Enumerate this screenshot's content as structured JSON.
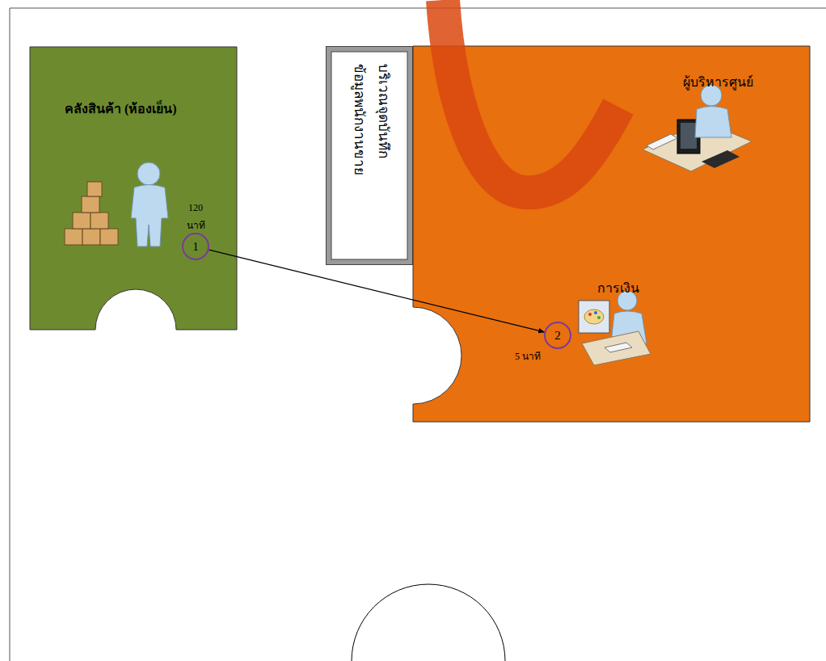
{
  "diagram": {
    "nodes": [
      {
        "text": [
          "คลังสินค้า (ห้องเย็น)"
        ]
      },
      {
        "text": [
          "1"
        ],
        "in": 0
      },
      {
        "text": [
          "บริเวณจุดบันทึก ข้อมูลพนักงานขาย"
        ]
      },
      {
        "text": [
          "ผู้บริหารศูนย์",
          "การเงิน"
        ]
      },
      {
        "text": [
          "2"
        ],
        "in": 3
      }
    ],
    "edges": [
      {
        "from": 1,
        "to": 4,
        "arrow": "to"
      }
    ],
    "labels": [
      "120 นาที",
      "5 นาที"
    ]
  }
}
